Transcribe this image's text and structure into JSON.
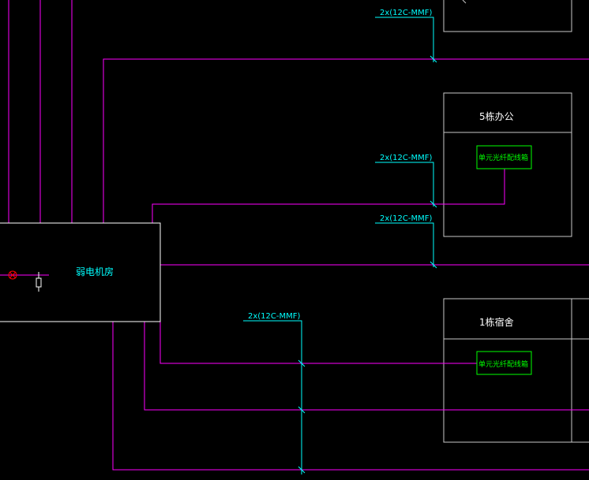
{
  "diagram": {
    "room_label": "弱电机房",
    "buildings": [
      {
        "name": "5栋办公",
        "box_label": "单元光纤配线箱"
      },
      {
        "name": "1栋宿舍",
        "box_label": "单元光纤配线箱"
      }
    ],
    "cable_labels": [
      "2x(12C-MMF)",
      "2x(12C-MMF)",
      "2x(12C-MMF)",
      "2x(12C-MMF)"
    ]
  },
  "colors": {
    "background": "#000000",
    "wire": "#ff00ff",
    "leader": "#00ffff",
    "frame": "#ffffff",
    "box": "#00ff00",
    "symbol": "#ff0000"
  }
}
